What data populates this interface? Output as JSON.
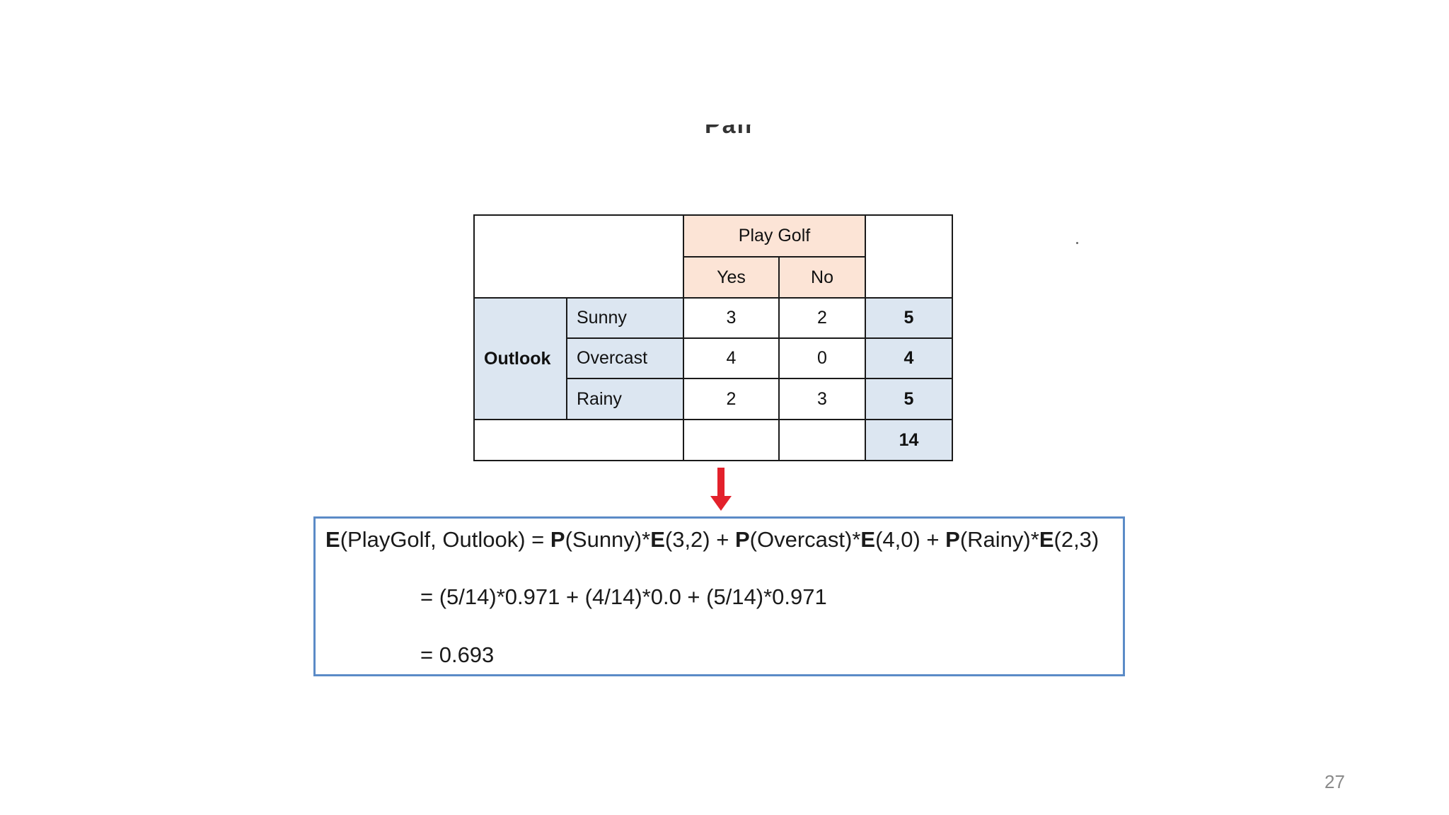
{
  "table": {
    "header": {
      "group_label": "Play Golf",
      "col_yes": "Yes",
      "col_no": "No"
    },
    "row_group_label": "Outlook",
    "rows": [
      {
        "label": "Sunny",
        "yes": "3",
        "no": "2",
        "total": "5"
      },
      {
        "label": "Overcast",
        "yes": "4",
        "no": "0",
        "total": "4"
      },
      {
        "label": "Rainy",
        "yes": "2",
        "no": "3",
        "total": "5"
      }
    ],
    "grand_total": "14",
    "colors": {
      "header_bg": "#fce4d6",
      "label_bg": "#dce6f1"
    }
  },
  "arrow": {
    "icon": "down-arrow-icon",
    "color": "#e3212b"
  },
  "formula": {
    "border_color": "#5b8bc7",
    "line1": {
      "E": "E",
      "lhs": "(PlayGolf, Outlook) = ",
      "P1": "P",
      "t1": "(Sunny)*",
      "E1": "E",
      "t2": "(3,2) + ",
      "P2": "P",
      "t3": "(Overcast)*",
      "E2": "E",
      "t4": "(4,0) + ",
      "P3": "P",
      "t5": "(Rainy)*",
      "E3": "E",
      "t6": "(2,3)"
    },
    "line2": "= (5/14)*0.971 + (4/14)*0.0 + (5/14)*0.971",
    "line3": "= 0.693"
  },
  "cut_title": "Pair",
  "page_number": "27"
}
